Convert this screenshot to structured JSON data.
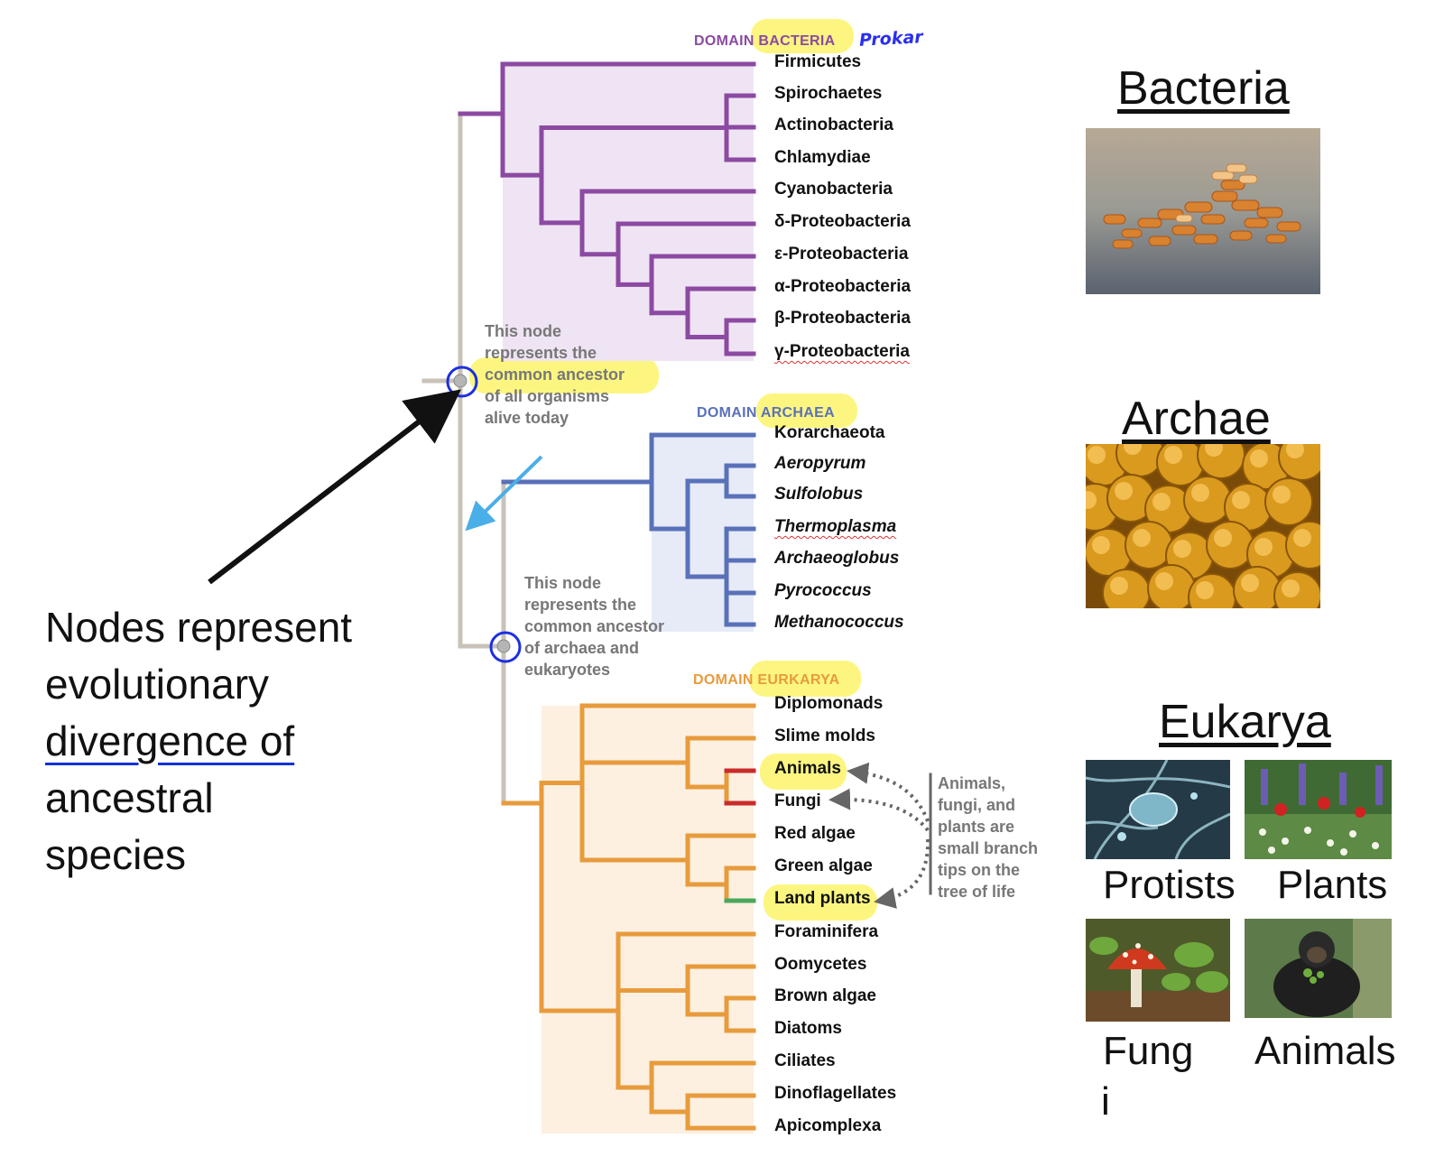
{
  "domains": {
    "bacteria": {
      "label": "DOMAIN BACTERIA",
      "color": "#8c4aa2",
      "taxa": [
        "Firmicutes",
        "Spirochaetes",
        "Actinobacteria",
        "Chlamydiae",
        "Cyanobacteria",
        "δ-Proteobacteria",
        "ε-Proteobacteria",
        "α-Proteobacteria",
        "β-Proteobacteria",
        "γ-Proteobacteria"
      ]
    },
    "archaea": {
      "label": "DOMAIN ARCHAEA",
      "color": "#5a71b9",
      "taxa": [
        "Korarchaeota",
        "Aeropyrum",
        "Sulfolobus",
        "Thermoplasma",
        "Archaeoglobus",
        "Pyrococcus",
        "Methanococcus"
      ]
    },
    "eukarya": {
      "label": "DOMAIN EURKARYA",
      "color": "#e89b3c",
      "taxa": [
        "Diplomonads",
        "Slime molds",
        "Animals",
        "Fungi",
        "Red algae",
        "Green algae",
        "Land plants",
        "Foraminifera",
        "Oomycetes",
        "Brown algae",
        "Diatoms",
        "Ciliates",
        "Dinoflagellates",
        "Apicomplexa"
      ]
    }
  },
  "handwritten_note": "Prokar",
  "node_notes": {
    "root": [
      "This node",
      "represents the",
      "common ancestor",
      "of all organisms",
      "alive today"
    ],
    "archaea_eukarya": [
      "This node",
      "represents the",
      "common ancestor",
      "of archaea and",
      "eukaryotes"
    ],
    "small_tips": [
      "Animals,",
      "fungi, and",
      "plants are",
      "small branch",
      "tips on the",
      "tree of life"
    ]
  },
  "main_note": [
    "Nodes represent",
    "evolutionary",
    "divergence of",
    "ancestral",
    "species"
  ],
  "right_panel": {
    "bacteria_title": "Bacteria",
    "archae_title": "Archae",
    "eukarya_title": "Eukarya",
    "groups": {
      "protists": "Protists",
      "plants": "Plants",
      "fungi_line1": "Fung",
      "fungi_line2": "i",
      "animals": "Animals"
    }
  },
  "colors": {
    "trunk": "#c9c2b8",
    "highlight": "#fbf46b",
    "circle": "#1c2ee0",
    "arrow": "#111111",
    "blue_arrow": "#4aaee8",
    "animals_fungi_branch": "#c92b2b",
    "land_plants_branch": "#4aa85a"
  }
}
